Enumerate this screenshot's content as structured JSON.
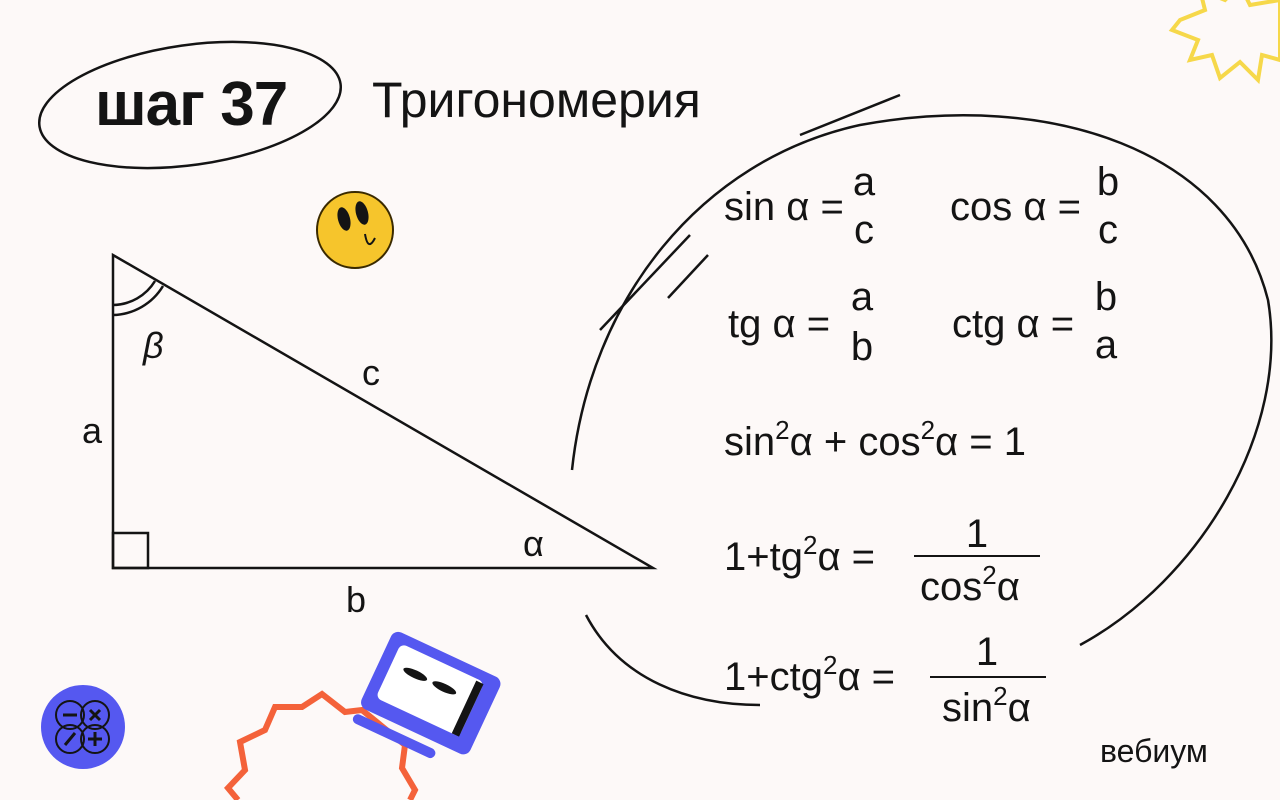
{
  "header": {
    "step_label": "шаг 37",
    "title": "Тригономерия"
  },
  "triangle": {
    "side_a": "a",
    "side_b": "b",
    "side_c": "c",
    "angle_alpha": "α",
    "angle_beta": "β"
  },
  "formulas": {
    "sin": {
      "lhs": "sin α =",
      "num": "a",
      "den": "c"
    },
    "cos": {
      "lhs": "cos α =",
      "num": "b",
      "den": "c"
    },
    "tg": {
      "lhs": "tg α =",
      "num": "a",
      "den": "b"
    },
    "ctg": {
      "lhs": "ctg α =",
      "num": "b",
      "den": "a"
    },
    "identity": {
      "p1": "sin",
      "e1": "2",
      "p2": "α  + cos",
      "e2": "2",
      "p3": "α = 1"
    },
    "tg_identity": {
      "p1": "1+tg",
      "e1": "2",
      "p2": "α  =",
      "num": "1",
      "den1": "cos",
      "den_e": "2",
      "den2": "α"
    },
    "ctg_identity": {
      "p1": "1+ctg",
      "e1": "2",
      "p2": "α  =",
      "num": "1",
      "den1": "sin",
      "den_e": "2",
      "den2": "α"
    }
  },
  "brand": "вебиум",
  "colors": {
    "background": "#fdf9f8",
    "yellow": "#f6c52c",
    "blue": "#5558f0",
    "orange": "#f4623a",
    "ink": "#141414"
  }
}
